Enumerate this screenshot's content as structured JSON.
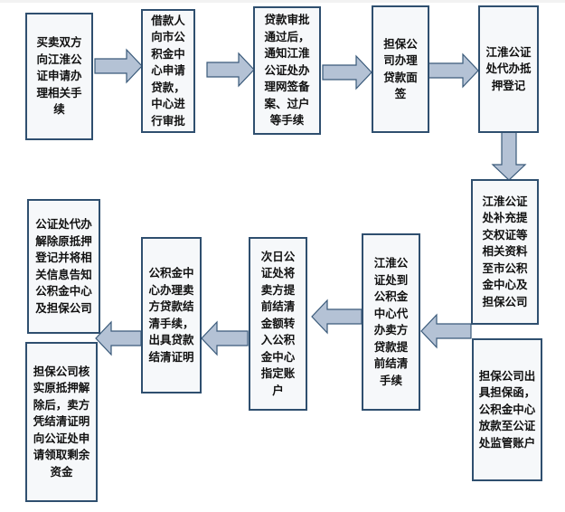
{
  "diagram": {
    "type": "flowchart",
    "colors": {
      "box_border": "#2f4f6f",
      "box_fill": "#f6f8fa",
      "arrow_fill": "#b4c2d5",
      "arrow_stroke": "#3a5a7a"
    },
    "steps": [
      {
        "id": 1,
        "text": "买卖双方向江淮公证申请办理相关手续"
      },
      {
        "id": 2,
        "text": "借款人向市公积金中心申请贷款，中心进行审批"
      },
      {
        "id": 3,
        "text": "贷款审批通过后，通知江淮公证处办理网签备案、过户等手续"
      },
      {
        "id": 4,
        "text": "担保公司办理贷款面签"
      },
      {
        "id": 5,
        "text": "江淮公证处代办抵押登记"
      },
      {
        "id": 6,
        "text": "江淮公证处补充提交权证等相关资料至市公积金中心及担保公司"
      },
      {
        "id": 7,
        "text": "江淮公证处到公积金中心代办卖方贷款提前结清手续"
      },
      {
        "id": 8,
        "text": "次日公证处将卖方提前结清金额转入公积金中心指定账户"
      },
      {
        "id": 9,
        "text": "公积金中心办理卖方贷款结清手续，出具贷款结清证明"
      },
      {
        "id": 10,
        "text": "公证处代办解除原抵押登记并将相关信息告知公积金中心及担保公司"
      },
      {
        "id": 11,
        "text": "担保公司核实原抵押解除后，卖方凭结清证明向公证处申请领取剩余资金"
      },
      {
        "id": 12,
        "text": "担保公司出具担保函，公积金中心放款至公证处监管账户"
      }
    ],
    "edges": [
      {
        "from": 1,
        "to": 2,
        "direction": "right"
      },
      {
        "from": 2,
        "to": 3,
        "direction": "right"
      },
      {
        "from": 3,
        "to": 4,
        "direction": "right"
      },
      {
        "from": 4,
        "to": 5,
        "direction": "right"
      },
      {
        "from": 5,
        "to": 6,
        "direction": "down"
      },
      {
        "from": 6,
        "to": 7,
        "direction": "left"
      },
      {
        "from": 7,
        "to": 8,
        "direction": "left"
      },
      {
        "from": 8,
        "to": 9,
        "direction": "left"
      },
      {
        "from": 9,
        "to": 10,
        "direction": "left"
      },
      {
        "from": 9,
        "to": 11,
        "direction": "left"
      }
    ]
  }
}
